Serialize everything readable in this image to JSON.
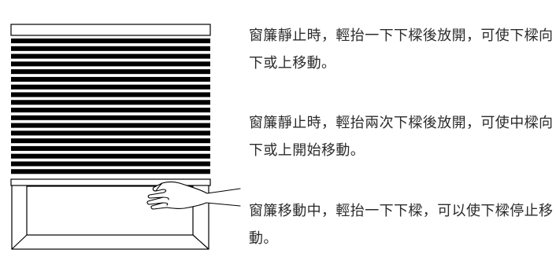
{
  "instructions": [
    {
      "text": "窗簾靜止時，輕抬一下下樑後放開，可使下樑向下或上移動。"
    },
    {
      "text": "窗簾靜止時，輕抬兩次下樑後放開，可使中樑向下或上開始移動。"
    },
    {
      "text": "窗簾移動中，輕抬一下下樑，可以使下樑停止移動。"
    }
  ],
  "colors": {
    "ink": "#000000",
    "text": "#2b2b2b",
    "paper": "#ffffff"
  },
  "illustration": {
    "subject": "honeycomb-window-shade-with-hand-lifting-bottom-rail",
    "shade_stripe_count": 18
  }
}
